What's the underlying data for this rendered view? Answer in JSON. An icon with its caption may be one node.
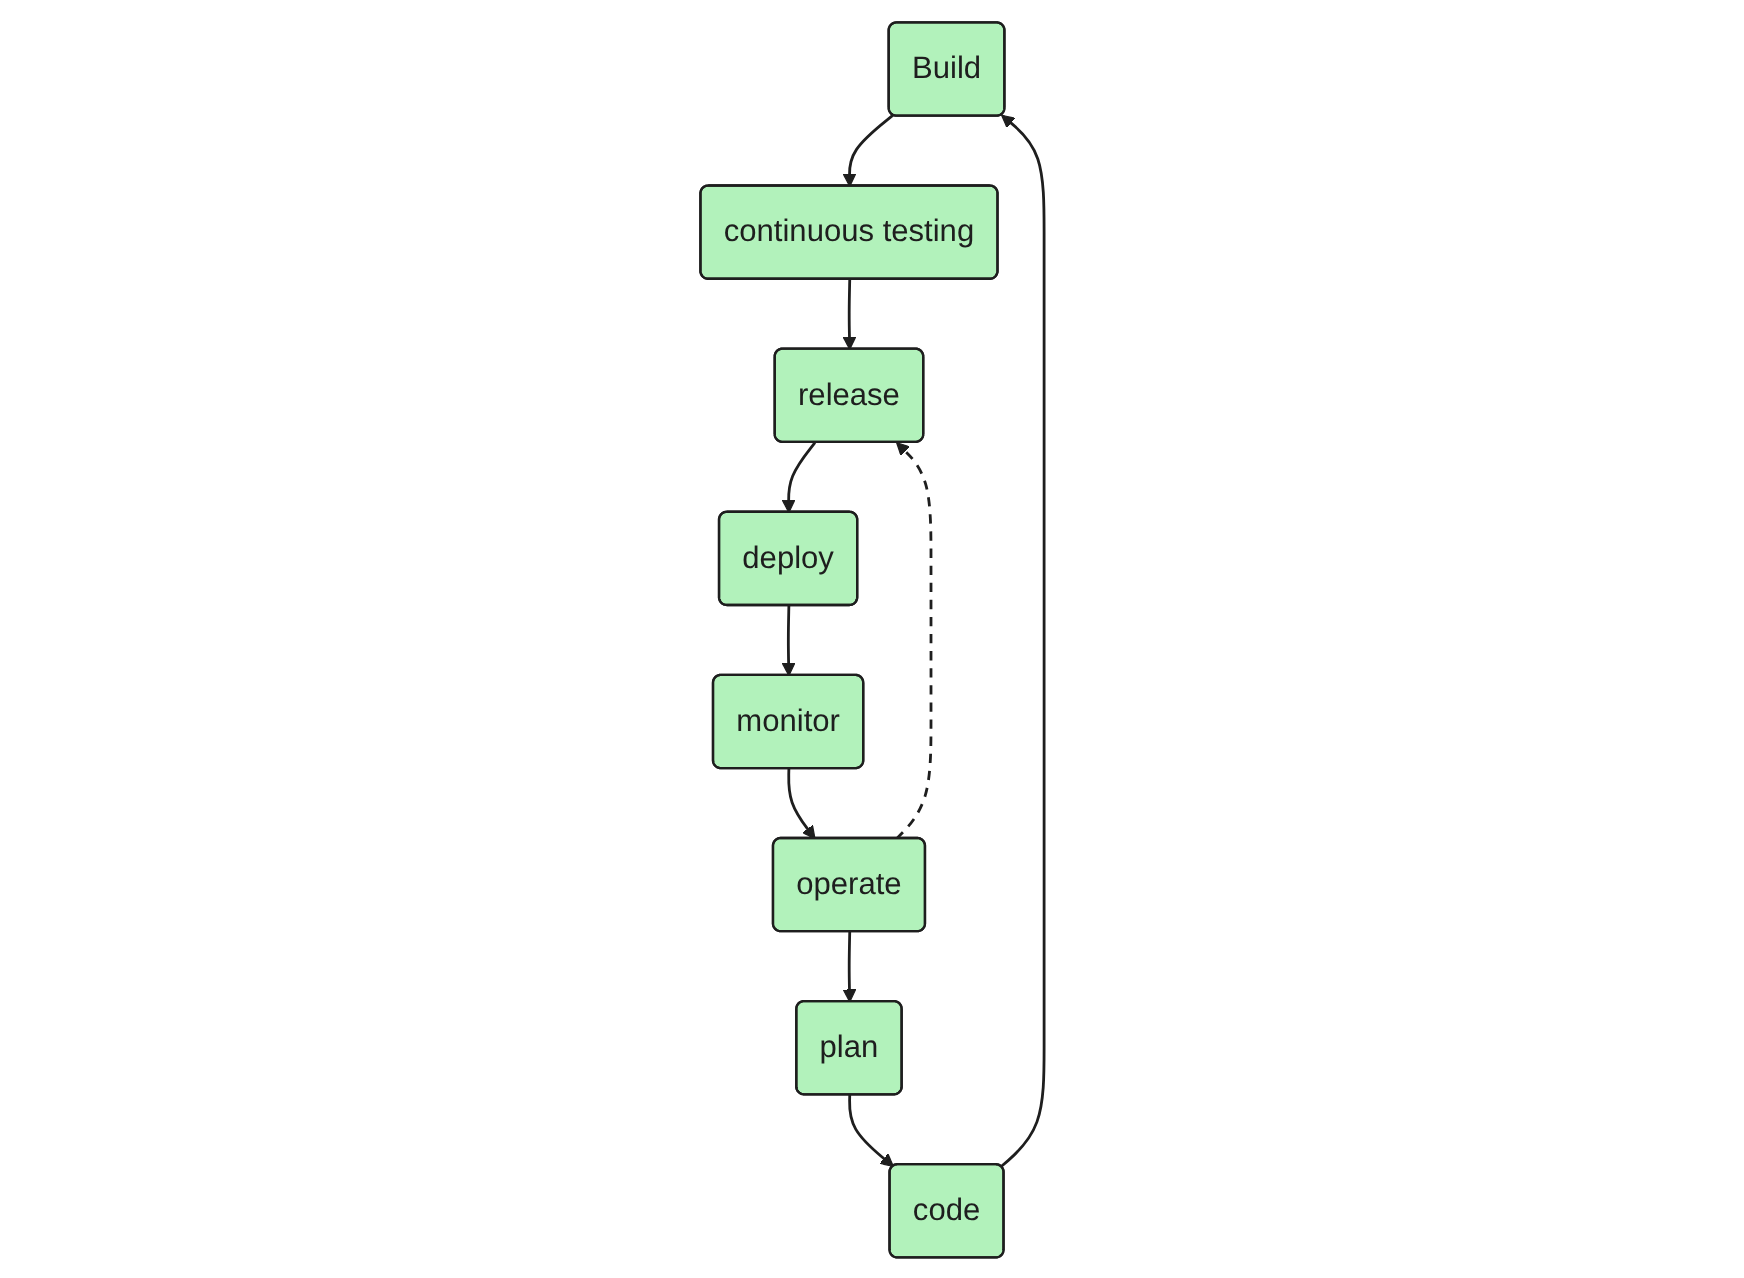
{
  "diagram": {
    "nodes": [
      {
        "text": [
          "Build"
        ]
      },
      {
        "text": [
          "continuous testing"
        ]
      },
      {
        "text": [
          "release"
        ]
      },
      {
        "text": [
          "deploy"
        ]
      },
      {
        "text": [
          "monitor"
        ]
      },
      {
        "text": [
          "operate"
        ]
      },
      {
        "text": [
          "plan"
        ]
      },
      {
        "text": [
          "code"
        ]
      }
    ],
    "edges": [
      {
        "from": 0,
        "to": 1,
        "arrow": "to"
      },
      {
        "from": 1,
        "to": 2,
        "arrow": "to"
      },
      {
        "from": 2,
        "to": 3,
        "arrow": "to"
      },
      {
        "from": 3,
        "to": 4,
        "arrow": "to"
      },
      {
        "from": 4,
        "to": 5,
        "arrow": "to"
      },
      {
        "from": 5,
        "to": 6,
        "arrow": "to"
      },
      {
        "from": 6,
        "to": 7,
        "arrow": "to"
      },
      {
        "from": 7,
        "to": 0,
        "arrow": "to"
      },
      {
        "from": 5,
        "to": 2,
        "arrow": "to",
        "style": "dashed"
      }
    ]
  }
}
